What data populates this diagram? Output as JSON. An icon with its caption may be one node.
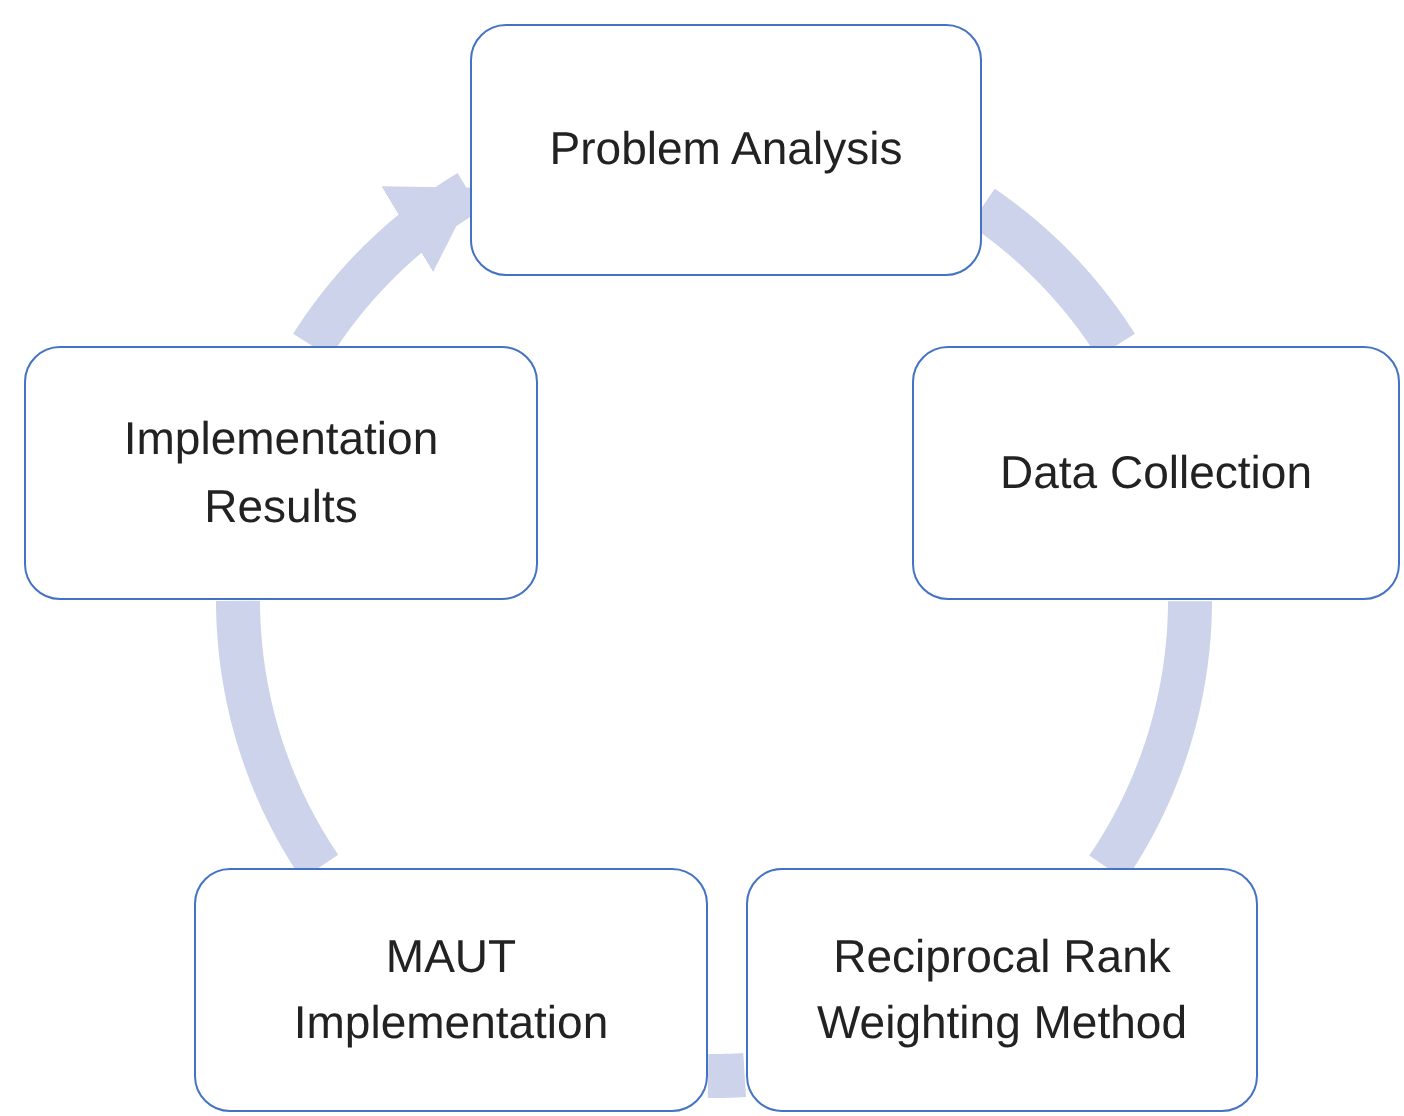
{
  "diagram": {
    "nodes": [
      {
        "text": [
          "Problem Analysis"
        ]
      },
      {
        "text": [
          "Data Collection"
        ]
      },
      {
        "text": [
          "Reciprocal Rank Weighting Method"
        ]
      },
      {
        "text": [
          "MAUT Implementation"
        ]
      },
      {
        "text": [
          "Implementation Results"
        ]
      }
    ],
    "edges": [
      {
        "from": 0,
        "to": 1,
        "arrow": "none"
      },
      {
        "from": 1,
        "to": 2,
        "arrow": "none"
      },
      {
        "from": 2,
        "to": 3,
        "arrow": "none"
      },
      {
        "from": 3,
        "to": 4,
        "arrow": "none"
      },
      {
        "from": 4,
        "to": 0,
        "arrow": "to"
      }
    ]
  }
}
